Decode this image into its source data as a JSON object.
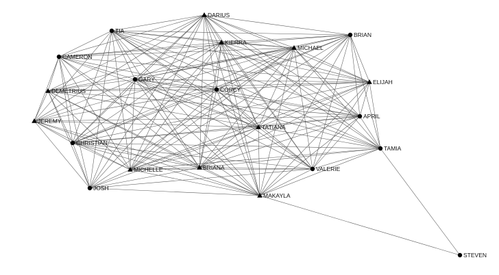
{
  "graph": {
    "colors": {
      "edge": "#555555",
      "node": "#000000",
      "label": "#111111",
      "background": "#ffffff"
    },
    "nodes": [
      {
        "id": "darius",
        "label": "DARIUS",
        "shape": "triangle"
      },
      {
        "id": "tia",
        "label": "TIA",
        "shape": "circle"
      },
      {
        "id": "kierra",
        "label": "KIERRA",
        "shape": "triangle"
      },
      {
        "id": "michael",
        "label": "MICHAEL",
        "shape": "triangle"
      },
      {
        "id": "brian",
        "label": "BRIAN",
        "shape": "circle"
      },
      {
        "id": "cameron",
        "label": "CAMERON",
        "shape": "circle"
      },
      {
        "id": "gary",
        "label": "GARY",
        "shape": "circle"
      },
      {
        "id": "elijah",
        "label": "ELIJAH",
        "shape": "triangle"
      },
      {
        "id": "demetrius",
        "label": "DEMETRIUS",
        "shape": "triangle"
      },
      {
        "id": "corey",
        "label": "COREY",
        "shape": "circle"
      },
      {
        "id": "april",
        "label": "APRIL",
        "shape": "circle"
      },
      {
        "id": "jeremy",
        "label": "JEREMY",
        "shape": "triangle"
      },
      {
        "id": "tatiana",
        "label": "TATIANA",
        "shape": "triangle"
      },
      {
        "id": "christian",
        "label": "CHRISTIAN",
        "shape": "circle"
      },
      {
        "id": "tamia",
        "label": "TAMIA",
        "shape": "circle"
      },
      {
        "id": "michelle",
        "label": "MICHELLE",
        "shape": "triangle"
      },
      {
        "id": "briana",
        "label": "BRIANA",
        "shape": "triangle"
      },
      {
        "id": "valerie",
        "label": "VALERIE",
        "shape": "circle"
      },
      {
        "id": "josh",
        "label": "JOSH",
        "shape": "circle"
      },
      {
        "id": "makayla",
        "label": "MAKAYLA",
        "shape": "triangle"
      },
      {
        "id": "steven",
        "label": "STEVEN",
        "shape": "circle"
      }
    ],
    "edges": [
      [
        "darius",
        "tia"
      ],
      [
        "darius",
        "kierra"
      ],
      [
        "darius",
        "michael"
      ],
      [
        "darius",
        "brian"
      ],
      [
        "darius",
        "cameron"
      ],
      [
        "darius",
        "gary"
      ],
      [
        "darius",
        "elijah"
      ],
      [
        "darius",
        "demetrius"
      ],
      [
        "darius",
        "corey"
      ],
      [
        "darius",
        "april"
      ],
      [
        "darius",
        "jeremy"
      ],
      [
        "darius",
        "tatiana"
      ],
      [
        "darius",
        "christian"
      ],
      [
        "darius",
        "tamia"
      ],
      [
        "darius",
        "michelle"
      ],
      [
        "darius",
        "briana"
      ],
      [
        "darius",
        "valerie"
      ],
      [
        "darius",
        "josh"
      ],
      [
        "darius",
        "makayla"
      ],
      [
        "tia",
        "kierra"
      ],
      [
        "tia",
        "michael"
      ],
      [
        "tia",
        "brian"
      ],
      [
        "tia",
        "cameron"
      ],
      [
        "tia",
        "gary"
      ],
      [
        "tia",
        "elijah"
      ],
      [
        "tia",
        "corey"
      ],
      [
        "tia",
        "april"
      ],
      [
        "tia",
        "jeremy"
      ],
      [
        "tia",
        "tatiana"
      ],
      [
        "tia",
        "christian"
      ],
      [
        "tia",
        "tamia"
      ],
      [
        "tia",
        "michelle"
      ],
      [
        "tia",
        "briana"
      ],
      [
        "tia",
        "valerie"
      ],
      [
        "tia",
        "josh"
      ],
      [
        "tia",
        "makayla"
      ],
      [
        "kierra",
        "michael"
      ],
      [
        "kierra",
        "brian"
      ],
      [
        "kierra",
        "cameron"
      ],
      [
        "kierra",
        "gary"
      ],
      [
        "kierra",
        "elijah"
      ],
      [
        "kierra",
        "demetrius"
      ],
      [
        "kierra",
        "corey"
      ],
      [
        "kierra",
        "april"
      ],
      [
        "kierra",
        "tatiana"
      ],
      [
        "kierra",
        "christian"
      ],
      [
        "kierra",
        "tamia"
      ],
      [
        "kierra",
        "michelle"
      ],
      [
        "kierra",
        "briana"
      ],
      [
        "kierra",
        "valerie"
      ],
      [
        "kierra",
        "josh"
      ],
      [
        "kierra",
        "makayla"
      ],
      [
        "michael",
        "brian"
      ],
      [
        "michael",
        "cameron"
      ],
      [
        "michael",
        "gary"
      ],
      [
        "michael",
        "elijah"
      ],
      [
        "michael",
        "demetrius"
      ],
      [
        "michael",
        "corey"
      ],
      [
        "michael",
        "april"
      ],
      [
        "michael",
        "jeremy"
      ],
      [
        "michael",
        "tatiana"
      ],
      [
        "michael",
        "christian"
      ],
      [
        "michael",
        "tamia"
      ],
      [
        "michael",
        "michelle"
      ],
      [
        "michael",
        "briana"
      ],
      [
        "michael",
        "valerie"
      ],
      [
        "michael",
        "josh"
      ],
      [
        "michael",
        "makayla"
      ],
      [
        "brian",
        "cameron"
      ],
      [
        "brian",
        "gary"
      ],
      [
        "brian",
        "elijah"
      ],
      [
        "brian",
        "corey"
      ],
      [
        "brian",
        "april"
      ],
      [
        "brian",
        "tatiana"
      ],
      [
        "brian",
        "tamia"
      ],
      [
        "brian",
        "michelle"
      ],
      [
        "brian",
        "briana"
      ],
      [
        "brian",
        "valerie"
      ],
      [
        "brian",
        "makayla"
      ],
      [
        "brian",
        "christian"
      ],
      [
        "cameron",
        "gary"
      ],
      [
        "cameron",
        "demetrius"
      ],
      [
        "cameron",
        "corey"
      ],
      [
        "cameron",
        "jeremy"
      ],
      [
        "cameron",
        "tatiana"
      ],
      [
        "cameron",
        "christian"
      ],
      [
        "cameron",
        "michelle"
      ],
      [
        "cameron",
        "briana"
      ],
      [
        "cameron",
        "josh"
      ],
      [
        "cameron",
        "makayla"
      ],
      [
        "cameron",
        "elijah"
      ],
      [
        "gary",
        "elijah"
      ],
      [
        "gary",
        "demetrius"
      ],
      [
        "gary",
        "corey"
      ],
      [
        "gary",
        "april"
      ],
      [
        "gary",
        "jeremy"
      ],
      [
        "gary",
        "tatiana"
      ],
      [
        "gary",
        "christian"
      ],
      [
        "gary",
        "tamia"
      ],
      [
        "gary",
        "michelle"
      ],
      [
        "gary",
        "briana"
      ],
      [
        "gary",
        "valerie"
      ],
      [
        "gary",
        "josh"
      ],
      [
        "gary",
        "makayla"
      ],
      [
        "elijah",
        "corey"
      ],
      [
        "elijah",
        "april"
      ],
      [
        "elijah",
        "tatiana"
      ],
      [
        "elijah",
        "tamia"
      ],
      [
        "elijah",
        "michelle"
      ],
      [
        "elijah",
        "briana"
      ],
      [
        "elijah",
        "valerie"
      ],
      [
        "elijah",
        "makayla"
      ],
      [
        "elijah",
        "demetrius"
      ],
      [
        "elijah",
        "christian"
      ],
      [
        "demetrius",
        "corey"
      ],
      [
        "demetrius",
        "april"
      ],
      [
        "demetrius",
        "jeremy"
      ],
      [
        "demetrius",
        "tatiana"
      ],
      [
        "demetrius",
        "christian"
      ],
      [
        "demetrius",
        "michelle"
      ],
      [
        "demetrius",
        "briana"
      ],
      [
        "demetrius",
        "josh"
      ],
      [
        "demetrius",
        "makayla"
      ],
      [
        "corey",
        "april"
      ],
      [
        "corey",
        "tatiana"
      ],
      [
        "corey",
        "christian"
      ],
      [
        "corey",
        "tamia"
      ],
      [
        "corey",
        "michelle"
      ],
      [
        "corey",
        "briana"
      ],
      [
        "corey",
        "valerie"
      ],
      [
        "corey",
        "makayla"
      ],
      [
        "corey",
        "jeremy"
      ],
      [
        "april",
        "tatiana"
      ],
      [
        "april",
        "christian"
      ],
      [
        "april",
        "tamia"
      ],
      [
        "april",
        "michelle"
      ],
      [
        "april",
        "briana"
      ],
      [
        "april",
        "valerie"
      ],
      [
        "april",
        "makayla"
      ],
      [
        "april",
        "jeremy"
      ],
      [
        "jeremy",
        "tatiana"
      ],
      [
        "jeremy",
        "christian"
      ],
      [
        "jeremy",
        "michelle"
      ],
      [
        "jeremy",
        "briana"
      ],
      [
        "jeremy",
        "josh"
      ],
      [
        "jeremy",
        "makayla"
      ],
      [
        "tatiana",
        "christian"
      ],
      [
        "tatiana",
        "tamia"
      ],
      [
        "tatiana",
        "michelle"
      ],
      [
        "tatiana",
        "briana"
      ],
      [
        "tatiana",
        "valerie"
      ],
      [
        "tatiana",
        "josh"
      ],
      [
        "tatiana",
        "makayla"
      ],
      [
        "christian",
        "tamia"
      ],
      [
        "christian",
        "michelle"
      ],
      [
        "christian",
        "briana"
      ],
      [
        "christian",
        "valerie"
      ],
      [
        "christian",
        "josh"
      ],
      [
        "christian",
        "makayla"
      ],
      [
        "tamia",
        "michelle"
      ],
      [
        "tamia",
        "briana"
      ],
      [
        "tamia",
        "valerie"
      ],
      [
        "tamia",
        "makayla"
      ],
      [
        "tamia",
        "steven"
      ],
      [
        "michelle",
        "briana"
      ],
      [
        "michelle",
        "valerie"
      ],
      [
        "michelle",
        "josh"
      ],
      [
        "michelle",
        "makayla"
      ],
      [
        "briana",
        "valerie"
      ],
      [
        "briana",
        "josh"
      ],
      [
        "briana",
        "makayla"
      ],
      [
        "valerie",
        "josh"
      ],
      [
        "valerie",
        "makayla"
      ],
      [
        "josh",
        "makayla"
      ],
      [
        "makayla",
        "steven"
      ]
    ]
  }
}
